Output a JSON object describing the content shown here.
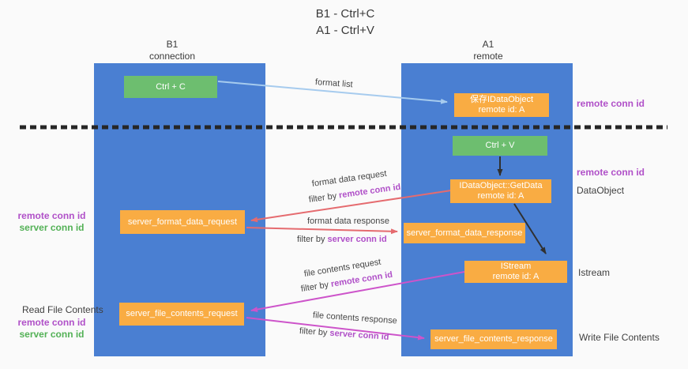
{
  "title": {
    "line1": "B1 - Ctrl+C",
    "line2": "A1 - Ctrl+V"
  },
  "lanes": {
    "left": {
      "name": "B1",
      "subtitle": "connection"
    },
    "right": {
      "name": "A1",
      "subtitle": "remote"
    }
  },
  "nodes": {
    "ctrl_c": {
      "label": "Ctrl + C"
    },
    "ctrl_v": {
      "label": "Ctrl + V"
    },
    "save_dataobject": {
      "line1": "保存IDataObject",
      "line2": "remote id: A"
    },
    "getdata": {
      "line1": "IDataObject::GetData",
      "line2": "remote id: A"
    },
    "istream": {
      "line1": "IStream",
      "line2": "remote id: A"
    },
    "server_format_data_request": {
      "label": "server_format_data_request"
    },
    "server_format_data_response": {
      "label": "server_format_data_response"
    },
    "server_file_contents_request": {
      "label": "server_file_contents_request"
    },
    "server_file_contents_response": {
      "label": "server_file_contents_response"
    }
  },
  "flow": {
    "format_list": "format list",
    "format_data_request": "format data request",
    "format_data_response": "format data response",
    "file_contents_request": "file contents request",
    "file_contents_response": "file contents response",
    "filter_by": "filter by ",
    "remote_conn_id": "remote conn id",
    "server_conn_id": "server conn id"
  },
  "side": {
    "remote_conn_id": "remote conn id",
    "server_conn_id": "server conn id",
    "dataobject": "DataObject",
    "istream": "Istream",
    "read_file_contents": "Read File Contents",
    "write_file_contents": "Write File Contents"
  },
  "colors": {
    "lane_blue": "#4a7fd2",
    "node_green": "#6dbe6f",
    "node_orange": "#f9ac43",
    "arrow_red": "#e56b6f",
    "arrow_magenta": "#cd54ca",
    "arrow_light_blue": "#a6cbee",
    "arrow_black": "#303030",
    "text_purple": "#b050c8",
    "text_green": "#53b156"
  }
}
